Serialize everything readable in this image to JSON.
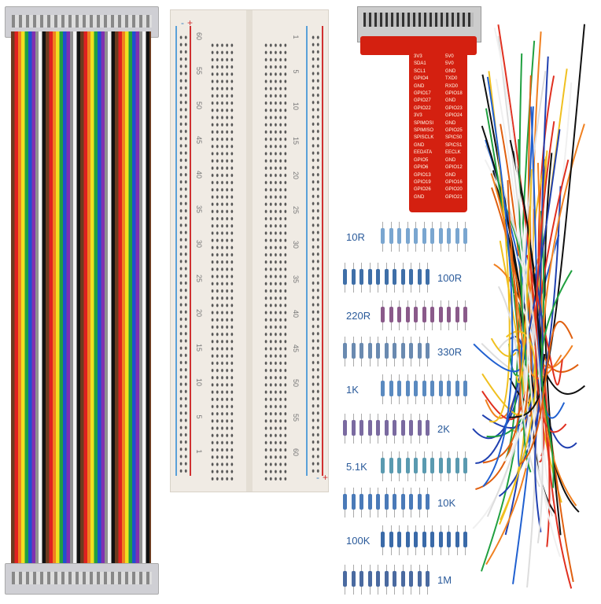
{
  "tboard": {
    "left_pins": [
      "3V3",
      "SDA1",
      "SCL1",
      "GPIO4",
      "GND",
      "GPIO17",
      "GPIO27",
      "GPIO22",
      "3V3",
      "SPIMOSI",
      "SPIMISO",
      "SPISCLK",
      "GND",
      "EEDATA",
      "GPIO5",
      "GPIO6",
      "GPIO13",
      "GPIO19",
      "GPIO26",
      "GND"
    ],
    "right_pins": [
      "5V0",
      "5V0",
      "GND",
      "TXD0",
      "RXD0",
      "GPIO18",
      "GND",
      "GPIO23",
      "GPIO24",
      "GND",
      "GPIO25",
      "SPICS0",
      "SPICS1",
      "EECLK",
      "GND",
      "GPIO12",
      "GND",
      "GPIO16",
      "GPIO20",
      "GPIO21"
    ]
  },
  "breadboard": {
    "left_numbers": [
      "60",
      "55",
      "50",
      "45",
      "40",
      "35",
      "30",
      "25",
      "20",
      "15",
      "10",
      "5",
      "1"
    ],
    "right_numbers": [
      "1",
      "5",
      "10",
      "15",
      "20",
      "25",
      "30",
      "35",
      "40",
      "45",
      "50",
      "55",
      "60"
    ],
    "rail_plus": "+",
    "rail_minus": "-"
  },
  "resistors": [
    {
      "label": "10R",
      "side": "left"
    },
    {
      "label": "100R",
      "side": "right"
    },
    {
      "label": "220R",
      "side": "left"
    },
    {
      "label": "330R",
      "side": "right"
    },
    {
      "label": "1K",
      "side": "left"
    },
    {
      "label": "2K",
      "side": "right"
    },
    {
      "label": "5.1K",
      "side": "left"
    },
    {
      "label": "10K",
      "side": "right"
    },
    {
      "label": "100K",
      "side": "left"
    },
    {
      "label": "1M",
      "side": "right"
    }
  ]
}
